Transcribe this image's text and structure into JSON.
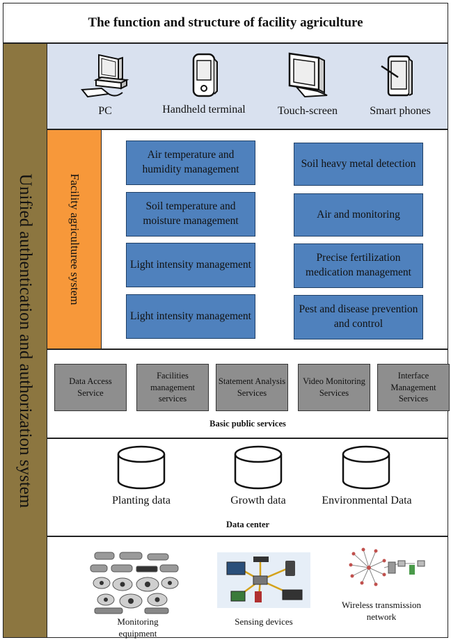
{
  "title": "The function and structure of facility agriculture",
  "left_label": "Unified authentication and authorization system",
  "devices": [
    {
      "label": "PC",
      "icon": "pc-icon"
    },
    {
      "label": "Handheld terminal",
      "icon": "handheld-icon"
    },
    {
      "label": "Touch-screen",
      "icon": "touchscreen-icon"
    },
    {
      "label": "Smart phones",
      "icon": "smartphone-icon"
    }
  ],
  "application": {
    "system_label": "Facility agricultureе system",
    "left_boxes": [
      "Air temperature and humidity management",
      "Soil temperature and moisture management",
      "Light intensity management",
      "Light intensity management"
    ],
    "right_boxes": [
      "Soil heavy metal detection",
      "Air and monitoring",
      "Precise fertilization medication management",
      "Pest and disease prevention and control"
    ]
  },
  "services": {
    "items": [
      "Data Access Service",
      "Facilities management services",
      "Statement Analysis Services",
      "Video Monitoring Services",
      "Interface Management Services"
    ],
    "caption": "Basic public services"
  },
  "data_center": {
    "items": [
      "Planting data",
      "Growth data",
      "Environmental Data"
    ],
    "caption": "Data center"
  },
  "infrastructure": [
    {
      "label": "Monitoring equipment",
      "icon": "cameras-icon"
    },
    {
      "label": "Sensing devices",
      "icon": "sensing-devices-icon"
    },
    {
      "label": "Wireless transmission network",
      "icon": "wireless-network-icon"
    }
  ],
  "colors": {
    "left_bar": "#8c7640",
    "device_band": "#d9e1ef",
    "system_band": "#f7983a",
    "function_box": "#4f81bd",
    "service_box": "#8e8e8e"
  }
}
